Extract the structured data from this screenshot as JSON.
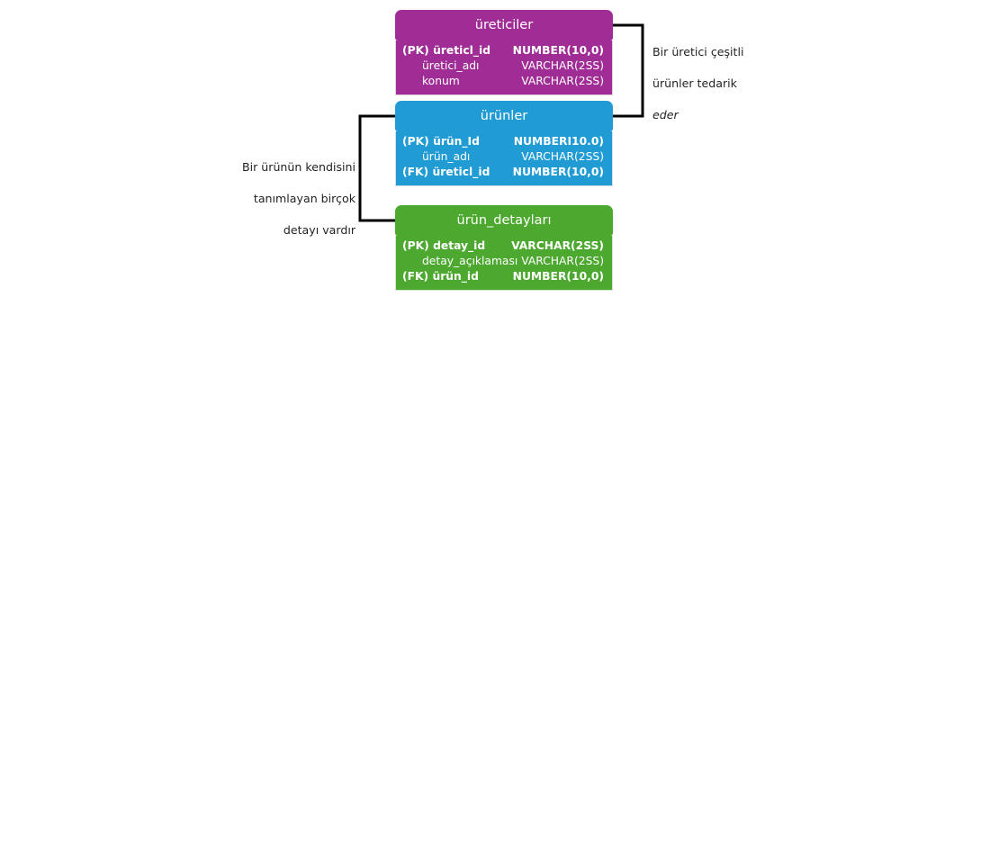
{
  "diagram": {
    "type": "entity-relationship-diagram",
    "language": "tr",
    "background_color": "#ffffff",
    "entities": [
      {
        "id": "ureticiler",
        "title": "üreticiler",
        "color": "#a02d96",
        "fields": [
          {
            "key": "(PK)",
            "name": "üreticl_id",
            "type": "NUMBER(10,0)",
            "is_key": true
          },
          {
            "key": "",
            "name": "üretici_adı",
            "type": "VARCHAR(2SS)",
            "is_key": false
          },
          {
            "key": "",
            "name": "konum",
            "type": "VARCHAR(2SS)",
            "is_key": false
          }
        ]
      },
      {
        "id": "urunler",
        "title": "ürünler",
        "color": "#219bd3",
        "fields": [
          {
            "key": "(PK)",
            "name": "ürün_Id",
            "type": "NUMBERI10.0)",
            "is_key": true
          },
          {
            "key": "",
            "name": "ürün_adı",
            "type": "VARCHAR(2SS)",
            "is_key": false
          },
          {
            "key": "(FK)",
            "name": "üreticl_id",
            "type": "NUMBER(10,0)",
            "is_key": true
          }
        ]
      },
      {
        "id": "urun_detaylari",
        "title": "ürün_detayları",
        "color": "#4ca82f",
        "fields": [
          {
            "key": "(PK)",
            "name": "detay_id",
            "type": "VARCHAR(2SS)",
            "is_key": true
          },
          {
            "key": "",
            "name": "detay_açıklaması",
            "type": "VARCHAR(2SS)",
            "is_key": false
          },
          {
            "key": "(FK)",
            "name": "ürün_id",
            "type": "NUMBER(10,0)",
            "is_key": true
          }
        ]
      }
    ],
    "relationships": [
      {
        "id": "ureticiler-urunler",
        "from": "ureticiler",
        "to": "urunler",
        "side": "right",
        "label_lines": [
          "Bir üretici çeşitli",
          "ürünler tedarik",
          "eder"
        ],
        "label_italic_line": "eder",
        "line_color": "#000000"
      },
      {
        "id": "urunler-urun_detaylari",
        "from": "urunler",
        "to": "urun_detaylari",
        "side": "left",
        "label_lines": [
          "Bir ürünün kendisini",
          "tanımlayan birçok",
          "detayı vardır"
        ],
        "label_italic_line": "",
        "line_color": "#000000"
      }
    ]
  }
}
